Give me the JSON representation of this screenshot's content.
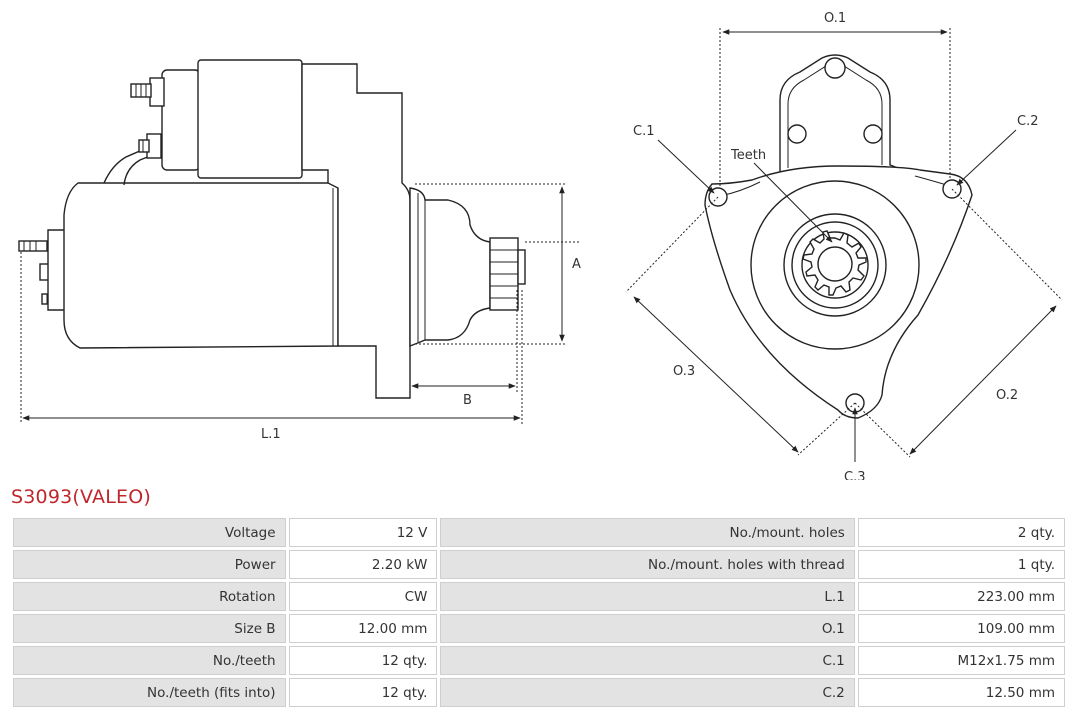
{
  "diagram": {
    "labels": {
      "a": "A",
      "b": "B",
      "l1": "L.1",
      "o1": "O.1",
      "o2": "O.2",
      "o3": "O.3",
      "c1": "C.1",
      "c2": "C.2",
      "c3": "C.3",
      "teeth": "Teeth"
    }
  },
  "product": {
    "title": "S3093(VALEO)"
  },
  "specs": {
    "rows": [
      {
        "l1": "Voltage",
        "v1": "12 V",
        "l2": "No./mount. holes",
        "v2": "2 qty."
      },
      {
        "l1": "Power",
        "v1": "2.20 kW",
        "l2": "No./mount. holes with thread",
        "v2": "1 qty."
      },
      {
        "l1": "Rotation",
        "v1": "CW",
        "l2": "L.1",
        "v2": "223.00 mm"
      },
      {
        "l1": "Size B",
        "v1": "12.00 mm",
        "l2": "O.1",
        "v2": "109.00 mm"
      },
      {
        "l1": "No./teeth",
        "v1": "12 qty.",
        "l2": "C.1",
        "v2": "M12x1.75 mm"
      },
      {
        "l1": "No./teeth (fits into)",
        "v1": "12 qty.",
        "l2": "C.2",
        "v2": "12.50 mm"
      }
    ]
  }
}
